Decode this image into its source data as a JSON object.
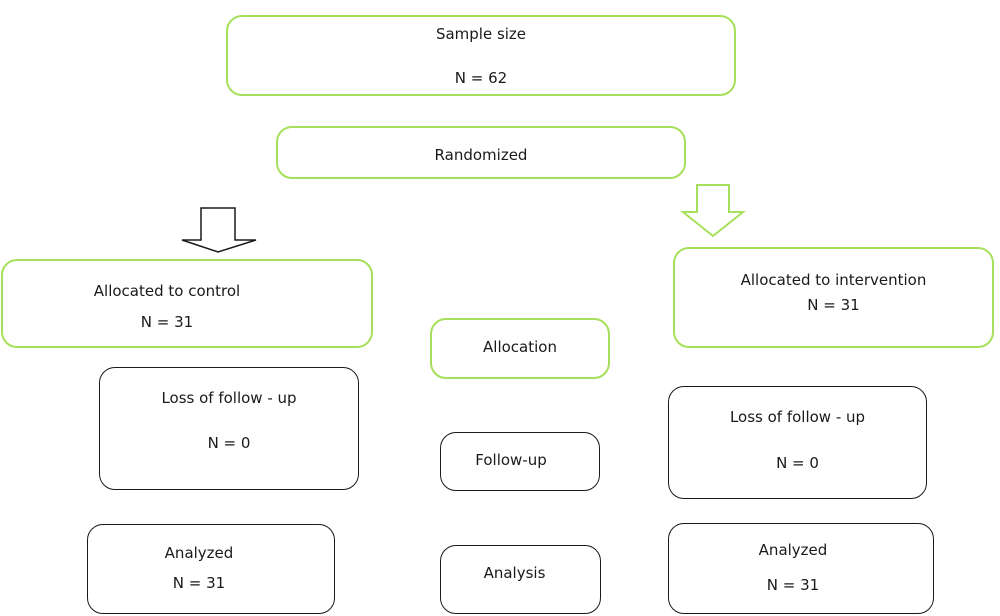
{
  "diagram": {
    "sample_size": {
      "title": "Sample size",
      "n": "N = 62"
    },
    "randomized": {
      "label": "Randomized"
    },
    "control": {
      "allocated_title": "Allocated to control",
      "allocated_n": "N = 31",
      "loss_title": "Loss  of follow - up",
      "loss_n": "N = 0",
      "analyzed_title": "Analyzed",
      "analyzed_n": "N = 31"
    },
    "intervention": {
      "allocated_title": "Allocated to intervention",
      "allocated_n": "N = 31",
      "loss_title": "Loss  of follow - up",
      "loss_n": "N = 0",
      "analyzed_title": "Analyzed",
      "analyzed_n": "N = 31"
    },
    "stages": {
      "allocation": "Allocation",
      "follow_up": "Follow-up",
      "analysis": "Analysis"
    },
    "colors": {
      "green_border": "#a6e05a",
      "black_border": "#1a1a1a",
      "text": "#1a1a1a"
    }
  }
}
